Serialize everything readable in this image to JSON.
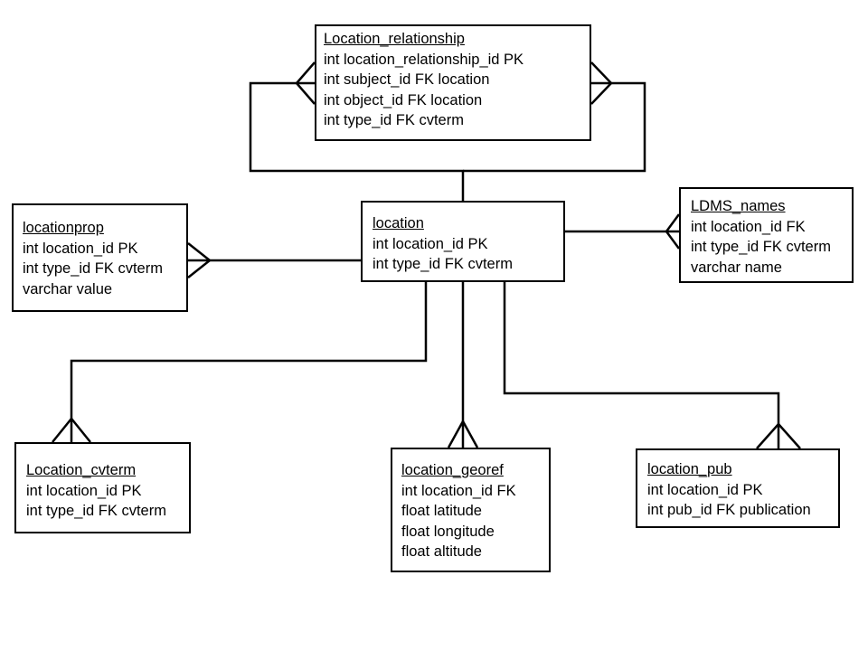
{
  "diagram": {
    "type": "entity-relationship",
    "entities": {
      "location_relationship": {
        "title": "Location_relationship",
        "fields": [
          "int location_relationship_id  PK",
          "int subject_id FK location",
          "int object_id FK location",
          "int type_id FK cvterm"
        ]
      },
      "location": {
        "title": "location",
        "fields": [
          "int location_id  PK",
          "int type_id FK cvterm"
        ]
      },
      "locationprop": {
        "title": "locationprop",
        "fields": [
          "int location_id  PK",
          "int type_id FK cvterm",
          "varchar value"
        ]
      },
      "ldms_names": {
        "title": "LDMS_names",
        "fields": [
          "int location_id  FK",
          "int type_id FK cvterm",
          "varchar name"
        ]
      },
      "location_cvterm": {
        "title": "Location_cvterm",
        "fields": [
          "int location_id  PK",
          "int type_id FK cvterm"
        ]
      },
      "location_georef": {
        "title": "location_georef",
        "fields": [
          "int location_id  FK",
          "float latitude",
          "float longitude",
          "float altitude"
        ]
      },
      "location_pub": {
        "title": "location_pub",
        "fields": [
          "int location_id  PK",
          "int pub_id FK publication"
        ]
      }
    },
    "relationships": [
      {
        "from": "location",
        "to": "location_relationship",
        "end": "many",
        "via": "subject_id"
      },
      {
        "from": "location",
        "to": "location_relationship",
        "end": "many",
        "via": "object_id"
      },
      {
        "from": "location",
        "to": "locationprop",
        "end": "many"
      },
      {
        "from": "location",
        "to": "ldms_names",
        "end": "many"
      },
      {
        "from": "location",
        "to": "location_cvterm",
        "end": "many"
      },
      {
        "from": "location",
        "to": "location_georef",
        "end": "many"
      },
      {
        "from": "location",
        "to": "location_pub",
        "end": "many"
      }
    ],
    "colors": {
      "line": "#000000",
      "background": "#ffffff"
    }
  }
}
